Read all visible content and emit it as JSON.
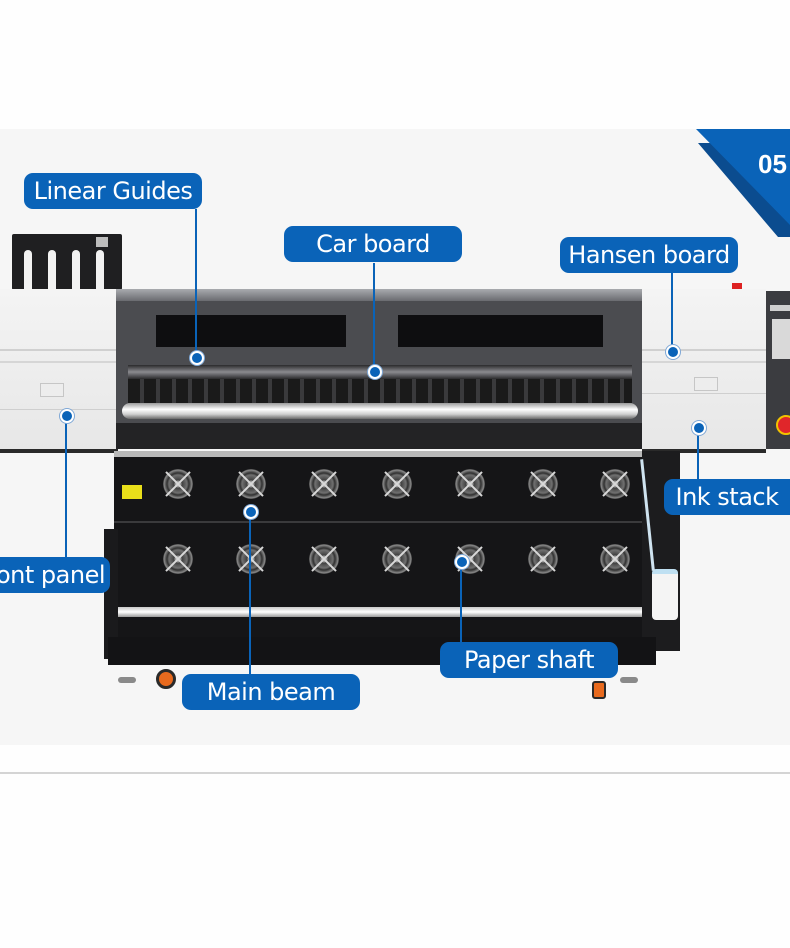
{
  "section_badge": {
    "number": "05",
    "color": "#0a63b8"
  },
  "product": {
    "subject": "large-format sublimation printer with dual fan dryer"
  },
  "callouts": [
    {
      "id": "linear-guides",
      "text": "Linear Guides"
    },
    {
      "id": "car-board",
      "text": "Car board"
    },
    {
      "id": "hansen-board",
      "text": "Hansen board"
    },
    {
      "id": "ink-stack",
      "text": "Ink stack"
    },
    {
      "id": "front-panel",
      "text": "ont panel"
    },
    {
      "id": "paper-shaft",
      "text": "Paper shaft"
    },
    {
      "id": "main-beam",
      "text": "Main beam"
    }
  ],
  "colors": {
    "accent": "#0a63b8",
    "panel_bg": "#f6f6f6",
    "machine_dark": "#1e1e20",
    "machine_light": "#ececec"
  }
}
